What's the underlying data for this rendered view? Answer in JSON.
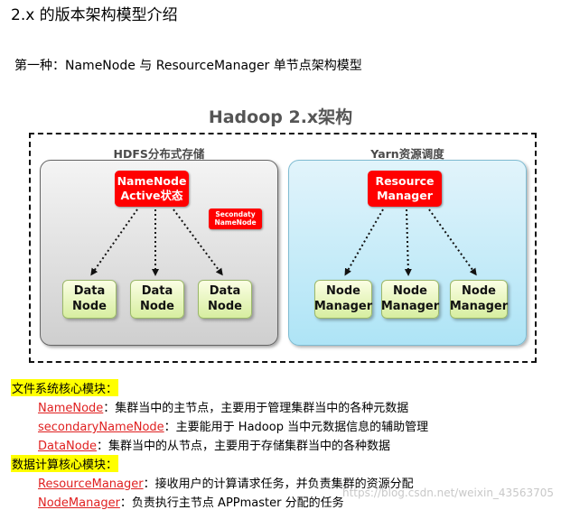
{
  "doc_title": "2.x 的版本架构模型介绍",
  "subtitle": "第一种：NameNode 与 ResourceManager 单节点架构模型",
  "diagram": {
    "title": "Hadoop 2.x架构",
    "hdfs": {
      "title": "HDFS分布式存储",
      "namenode_line1": "NameNode",
      "namenode_line2": "Active状态",
      "secondary_line1": "Secondaty",
      "secondary_line2": "NameNode",
      "datanodes": [
        {
          "line1": "Data",
          "line2": "Node"
        },
        {
          "line1": "Data",
          "line2": "Node"
        },
        {
          "line1": "Data",
          "line2": "Node"
        }
      ]
    },
    "yarn": {
      "title": "Yarn资源调度",
      "rm_line1": "Resource",
      "rm_line2": "Manager",
      "nodemanagers": [
        {
          "line1": "Node",
          "line2": "Manager"
        },
        {
          "line1": "Node",
          "line2": "Manager"
        },
        {
          "line1": "Node",
          "line2": "Manager"
        }
      ]
    },
    "colors": {
      "red": "#ff0000",
      "green": "#d7eea0",
      "hdfs_bg": "#d9d9d9",
      "yarn_bg": "#aee4f6"
    }
  },
  "sections": [
    {
      "heading": "文件系统核心模块：",
      "items": [
        {
          "term": "NameNode",
          "desc": "：集群当中的主节点，主要用于管理集群当中的各种元数据"
        },
        {
          "term": "secondaryNameNode",
          "desc": "：主要能用于 Hadoop 当中元数据信息的辅助管理"
        },
        {
          "term": "DataNode",
          "desc": "：集群当中的从节点，主要用于存储集群当中的各种数据"
        }
      ]
    },
    {
      "heading": "数据计算核心模块：",
      "items": [
        {
          "term": "ResourceManager",
          "desc": "：接收用户的计算请求任务，并负责集群的资源分配"
        },
        {
          "term": "NodeManager",
          "desc": "：负责执行主节点 APPmaster 分配的任务"
        }
      ]
    }
  ],
  "watermark": "https://blog.csdn.net/weixin_43563705"
}
